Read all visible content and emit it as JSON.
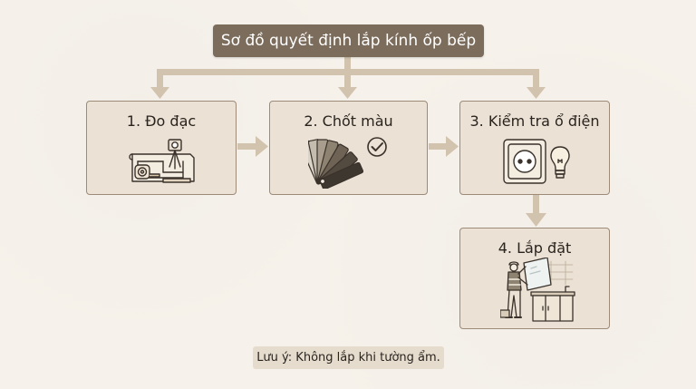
{
  "title": "Sơ đồ quyết định lắp kính ốp bếp",
  "steps": [
    {
      "label": "1. Đo đạc",
      "icon": "blueprint-measuring-tools-icon"
    },
    {
      "label": "2. Chốt màu",
      "icon": "color-swatch-check-icon"
    },
    {
      "label": "3. Kiểm tra ổ điện",
      "icon": "power-socket-lightbulb-icon"
    },
    {
      "label": "4. Lắp đặt",
      "icon": "installer-glass-panel-icon"
    }
  ],
  "note": "Lưu ý: Không lắp khi tường ẩm.",
  "colors": {
    "background": "#f6f2eb",
    "title_fill": "#7c6c5c",
    "box_fill": "#ebe1d4",
    "box_border": "#9c8b79",
    "connector": "#d2c3ae",
    "note_fill": "#e5dccd"
  }
}
